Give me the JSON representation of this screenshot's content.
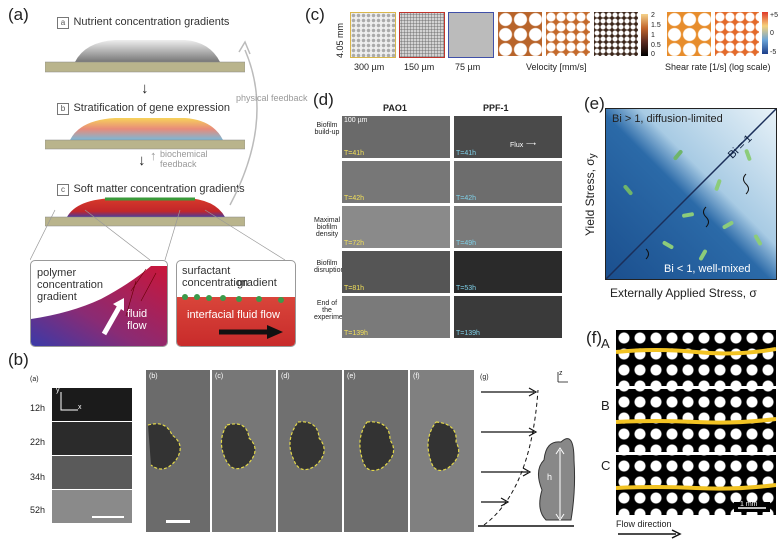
{
  "panel_a": {
    "letter": "(a)",
    "step_a": {
      "key": "a",
      "label": "Nutrient concentration gradients"
    },
    "step_b": {
      "key": "b",
      "label": "Stratification of gene expression"
    },
    "step_c": {
      "key": "c",
      "label": "Soft matter concentration gradients"
    },
    "feedback_physical": "physical feedback",
    "feedback_biochemical_1": "biochemical",
    "feedback_biochemical_2": "feedback",
    "inset_left_1": "polymer",
    "inset_left_2": "concentration",
    "inset_left_3": "gradient",
    "inset_left_arrow_1": "fluid",
    "inset_left_arrow_2": "flow",
    "inset_right_1": "surfactant concentration",
    "inset_right_2": "gradient",
    "inset_right_arrow": "interfacial fluid flow"
  },
  "panel_b": {
    "letter": "(b)",
    "sub_a": "(a)",
    "sub_b": "(b)",
    "sub_c": "(c)",
    "sub_d": "(d)",
    "sub_e": "(e)",
    "sub_f": "(f)",
    "sub_g": "(g)",
    "times": [
      "12h",
      "22h",
      "34h",
      "52h"
    ],
    "axis_x": "x",
    "axis_y": "y",
    "axis_z": "z",
    "height": "h"
  },
  "panel_c": {
    "letter": "(c)",
    "size_label": "4.05 mm",
    "spacings": [
      "300 µm",
      "150 µm",
      "75 µm"
    ],
    "velocity_label": "Velocity [mm/s]",
    "velocity_ticks": [
      "2",
      "1.5",
      "1",
      "0.5",
      "0"
    ],
    "shear_label": "Shear rate [1/s] (log scale)",
    "shear_ticks": [
      "+5",
      "0",
      "-5"
    ]
  },
  "panel_d": {
    "letter": "(d)",
    "col1": "PAO1",
    "col2": "PPF-1",
    "rows": [
      "Biofilm build-up",
      "",
      "Maximal biofilm density",
      "Biofilm disruption",
      "End of the experiment"
    ],
    "times_left": [
      "T=41h",
      "T=42h",
      "T=72h",
      "T=81h",
      "T=139h"
    ],
    "times_right": [
      "T=41h",
      "T=42h",
      "T=49h",
      "T=53h",
      "T=139h"
    ],
    "flux": "Flux",
    "scale": "100 µm"
  },
  "panel_e": {
    "letter": "(e)",
    "top_label": "Bi > 1, diffusion-limited",
    "diag_label": "Bi = 1",
    "bottom_label": "Bi < 1, well-mixed",
    "ylabel": "Yield Stress, σ",
    "ylabel_sub": "y",
    "xlabel": "Externally Applied Stress, σ"
  },
  "panel_f": {
    "letter": "(f)",
    "rows": [
      "A",
      "B",
      "C"
    ],
    "scale": "1 mm",
    "flow_label": "Flow direction"
  }
}
